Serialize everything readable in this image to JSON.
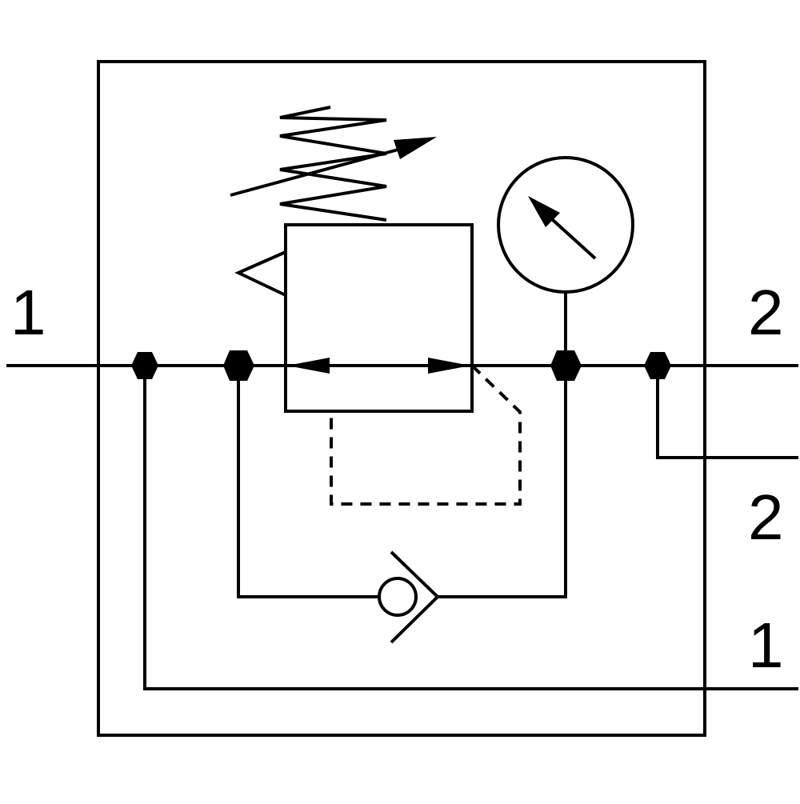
{
  "diagram": {
    "ports": {
      "left_main": "1",
      "right_main": "2",
      "right_aux_2": "2",
      "right_aux_1": "1"
    },
    "components": [
      "pressure-regulator",
      "adjustable-spring",
      "pressure-gauge",
      "check-valve"
    ],
    "colors": {
      "line": "#000000",
      "background": "#ffffff"
    }
  }
}
